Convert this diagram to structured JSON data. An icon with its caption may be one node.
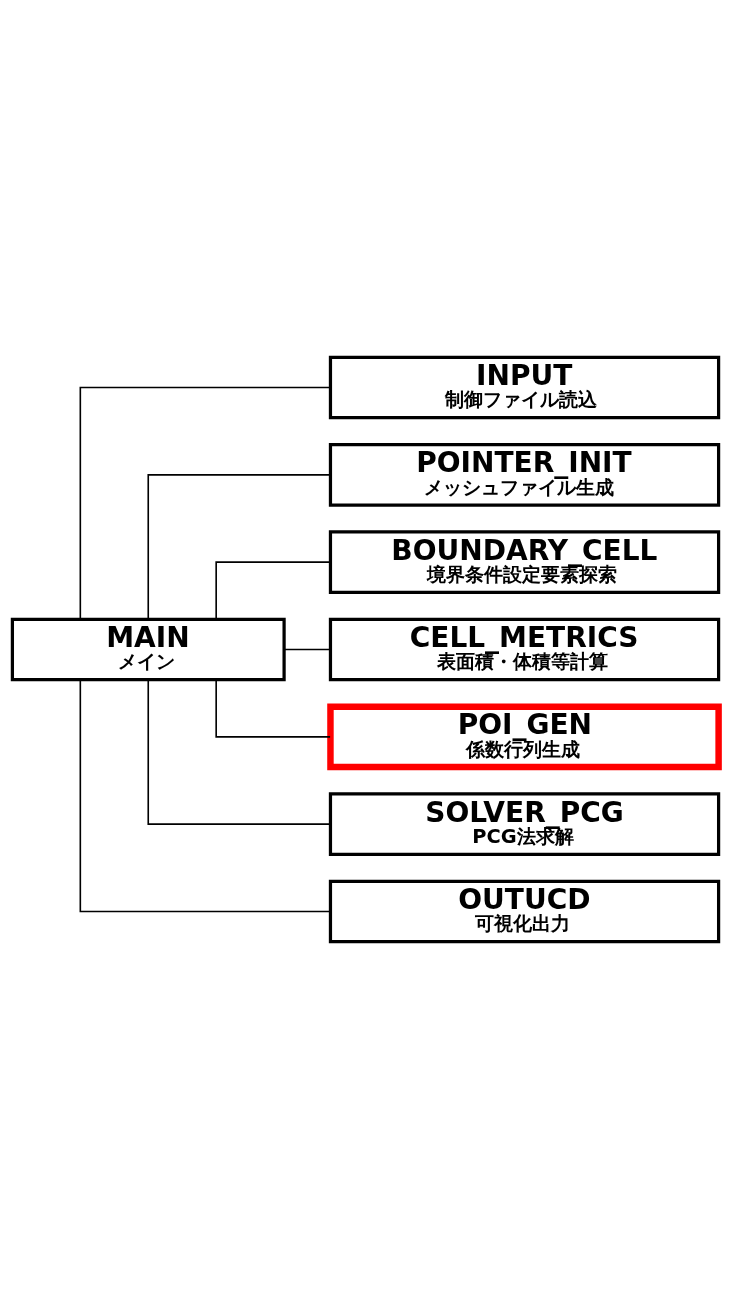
{
  "diagram": {
    "nodes": [
      {
        "text": [
          "MAIN",
          "メイン"
        ]
      },
      {
        "text": [
          "INPUT",
          "制御ファイル読込"
        ]
      },
      {
        "text": [
          "POINTER_INIT",
          "メッシュファイル生成"
        ]
      },
      {
        "text": [
          "BOUNDARY_CELL",
          "境界条件設定要素探索"
        ]
      },
      {
        "text": [
          "CELL_METRICS",
          "表面積・体積等計算"
        ]
      },
      {
        "text": [
          "POI_GEN",
          "係数行列生成"
        ]
      },
      {
        "text": [
          "SOLVER_PCG",
          "PCG法求解"
        ]
      },
      {
        "text": [
          "OUTUCD",
          "可視化出力"
        ]
      }
    ],
    "edges": [
      {
        "from": 0,
        "to": 1,
        "arrow": "none"
      },
      {
        "from": 0,
        "to": 2,
        "arrow": "none"
      },
      {
        "from": 0,
        "to": 3,
        "arrow": "none"
      },
      {
        "from": 0,
        "to": 4,
        "arrow": "none"
      },
      {
        "from": 0,
        "to": 5,
        "arrow": "none"
      },
      {
        "from": 0,
        "to": 6,
        "arrow": "none"
      },
      {
        "from": 0,
        "to": 7,
        "arrow": "none"
      }
    ]
  }
}
